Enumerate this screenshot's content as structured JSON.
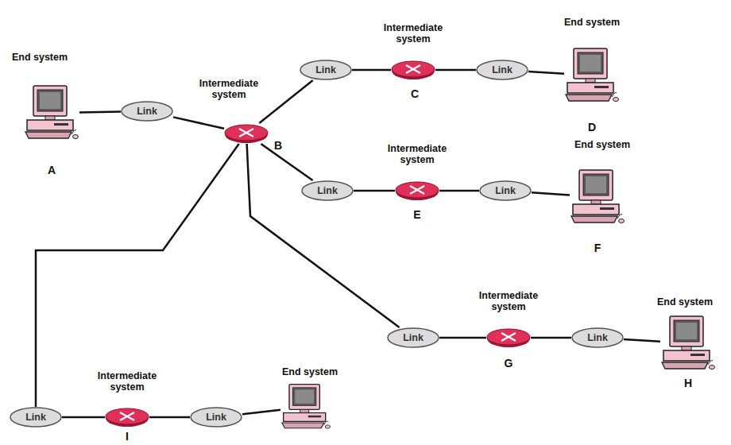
{
  "diagram": {
    "nodes": [
      {
        "text": [
          "End system",
          "A"
        ]
      },
      {
        "text": [
          "Link"
        ]
      },
      {
        "text": [
          "Intermediate system",
          "B"
        ]
      },
      {
        "text": [
          "Link"
        ]
      },
      {
        "text": [
          "Intermediate system",
          "C"
        ]
      },
      {
        "text": [
          "Link"
        ]
      },
      {
        "text": [
          "End system",
          "D"
        ]
      },
      {
        "text": [
          "Link"
        ]
      },
      {
        "text": [
          "Intermediate system",
          "E"
        ]
      },
      {
        "text": [
          "Link"
        ]
      },
      {
        "text": [
          "End system",
          "F"
        ]
      },
      {
        "text": [
          "Link"
        ]
      },
      {
        "text": [
          "Intermediate system",
          "G"
        ]
      },
      {
        "text": [
          "Link"
        ]
      },
      {
        "text": [
          "End system",
          "H"
        ]
      },
      {
        "text": [
          "Link"
        ]
      },
      {
        "text": [
          "Intermediate system",
          "I"
        ]
      },
      {
        "text": [
          "Link"
        ]
      },
      {
        "text": [
          "End system"
        ]
      }
    ],
    "edges": [
      {
        "from": 0,
        "to": 1,
        "arrow": "none"
      },
      {
        "from": 1,
        "to": 2,
        "arrow": "none"
      },
      {
        "from": 2,
        "to": 3,
        "arrow": "none"
      },
      {
        "from": 3,
        "to": 4,
        "arrow": "none"
      },
      {
        "from": 4,
        "to": 5,
        "arrow": "none"
      },
      {
        "from": 5,
        "to": 6,
        "arrow": "none"
      },
      {
        "from": 2,
        "to": 7,
        "arrow": "none"
      },
      {
        "from": 7,
        "to": 8,
        "arrow": "none"
      },
      {
        "from": 8,
        "to": 9,
        "arrow": "none"
      },
      {
        "from": 9,
        "to": 10,
        "arrow": "none"
      },
      {
        "from": 2,
        "to": 11,
        "arrow": "none"
      },
      {
        "from": 11,
        "to": 12,
        "arrow": "none"
      },
      {
        "from": 12,
        "to": 13,
        "arrow": "none"
      },
      {
        "from": 13,
        "to": 14,
        "arrow": "none"
      },
      {
        "from": 2,
        "to": 15,
        "arrow": "none"
      },
      {
        "from": 15,
        "to": 16,
        "arrow": "none"
      },
      {
        "from": 16,
        "to": 17,
        "arrow": "none"
      },
      {
        "from": 17,
        "to": 18,
        "arrow": "none"
      }
    ]
  }
}
